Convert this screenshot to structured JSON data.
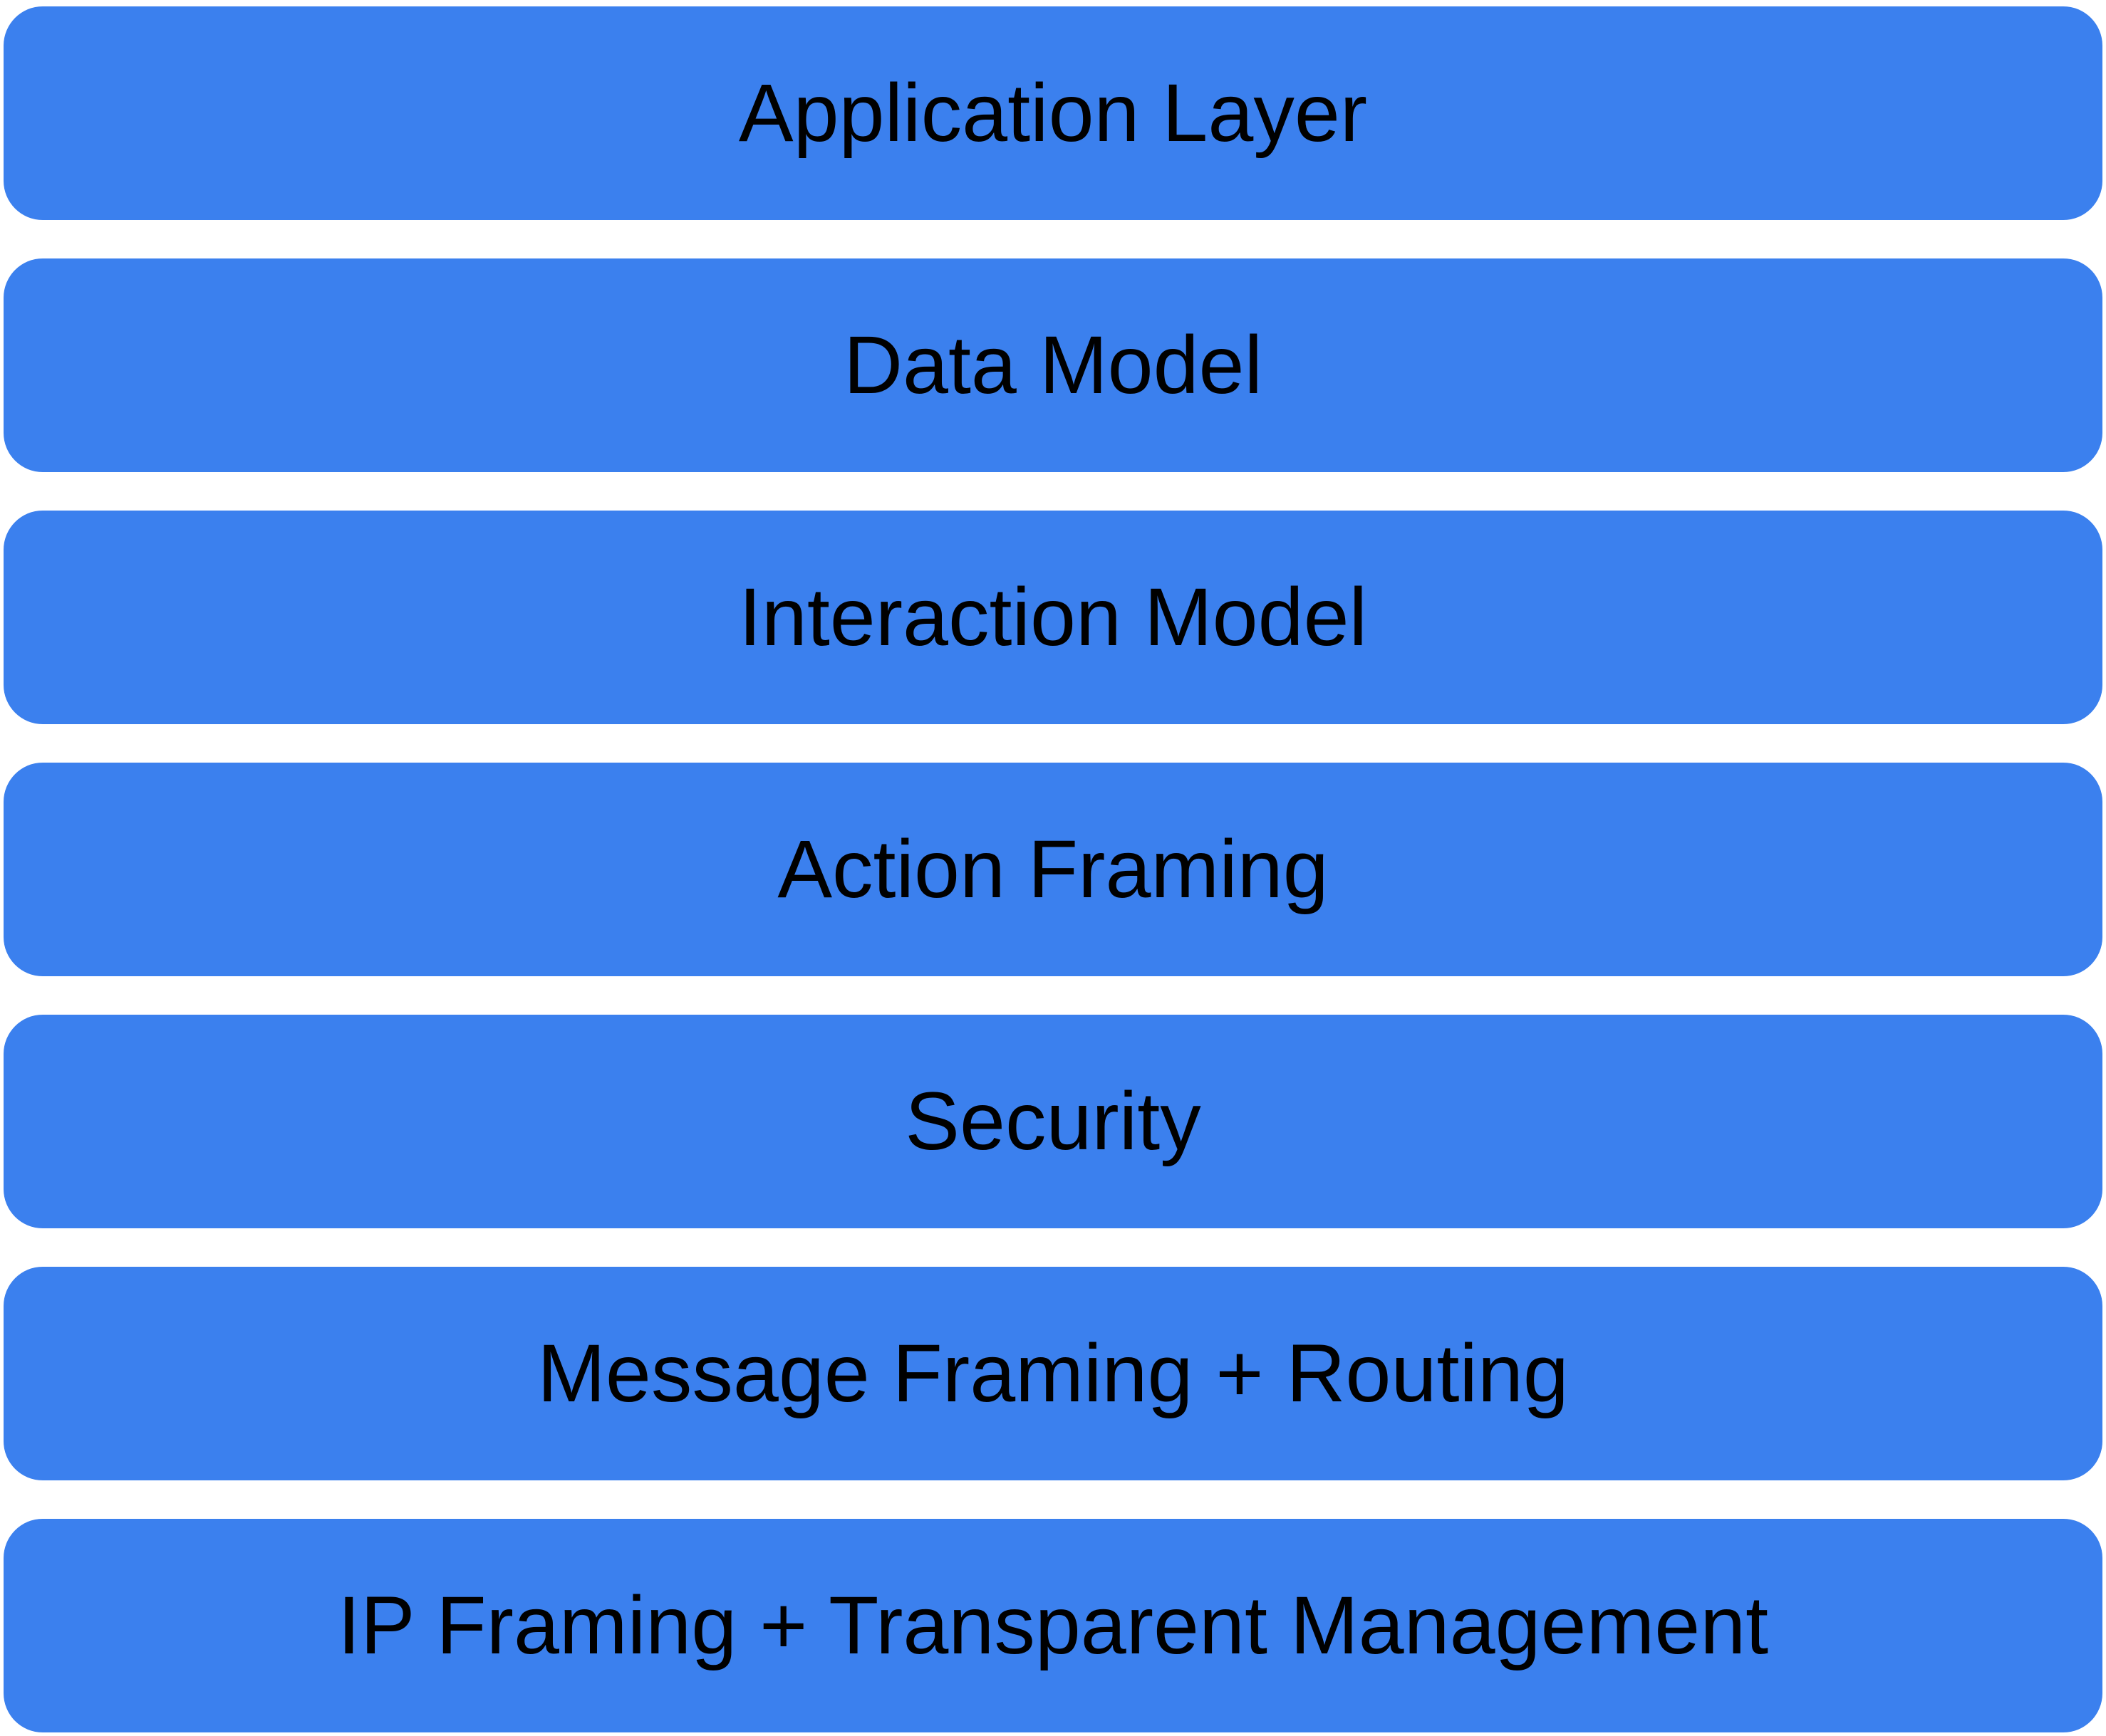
{
  "diagram": {
    "type": "layered-stack",
    "layers": [
      {
        "label": "Application Layer"
      },
      {
        "label": "Data Model"
      },
      {
        "label": "Interaction Model"
      },
      {
        "label": "Action Framing"
      },
      {
        "label": "Security"
      },
      {
        "label": "Message Framing + Routing"
      },
      {
        "label": "IP Framing + Transparent Management"
      }
    ],
    "colors": {
      "block_fill": "#3b80ee",
      "label_text": "#000000",
      "background": "#ffffff"
    }
  }
}
